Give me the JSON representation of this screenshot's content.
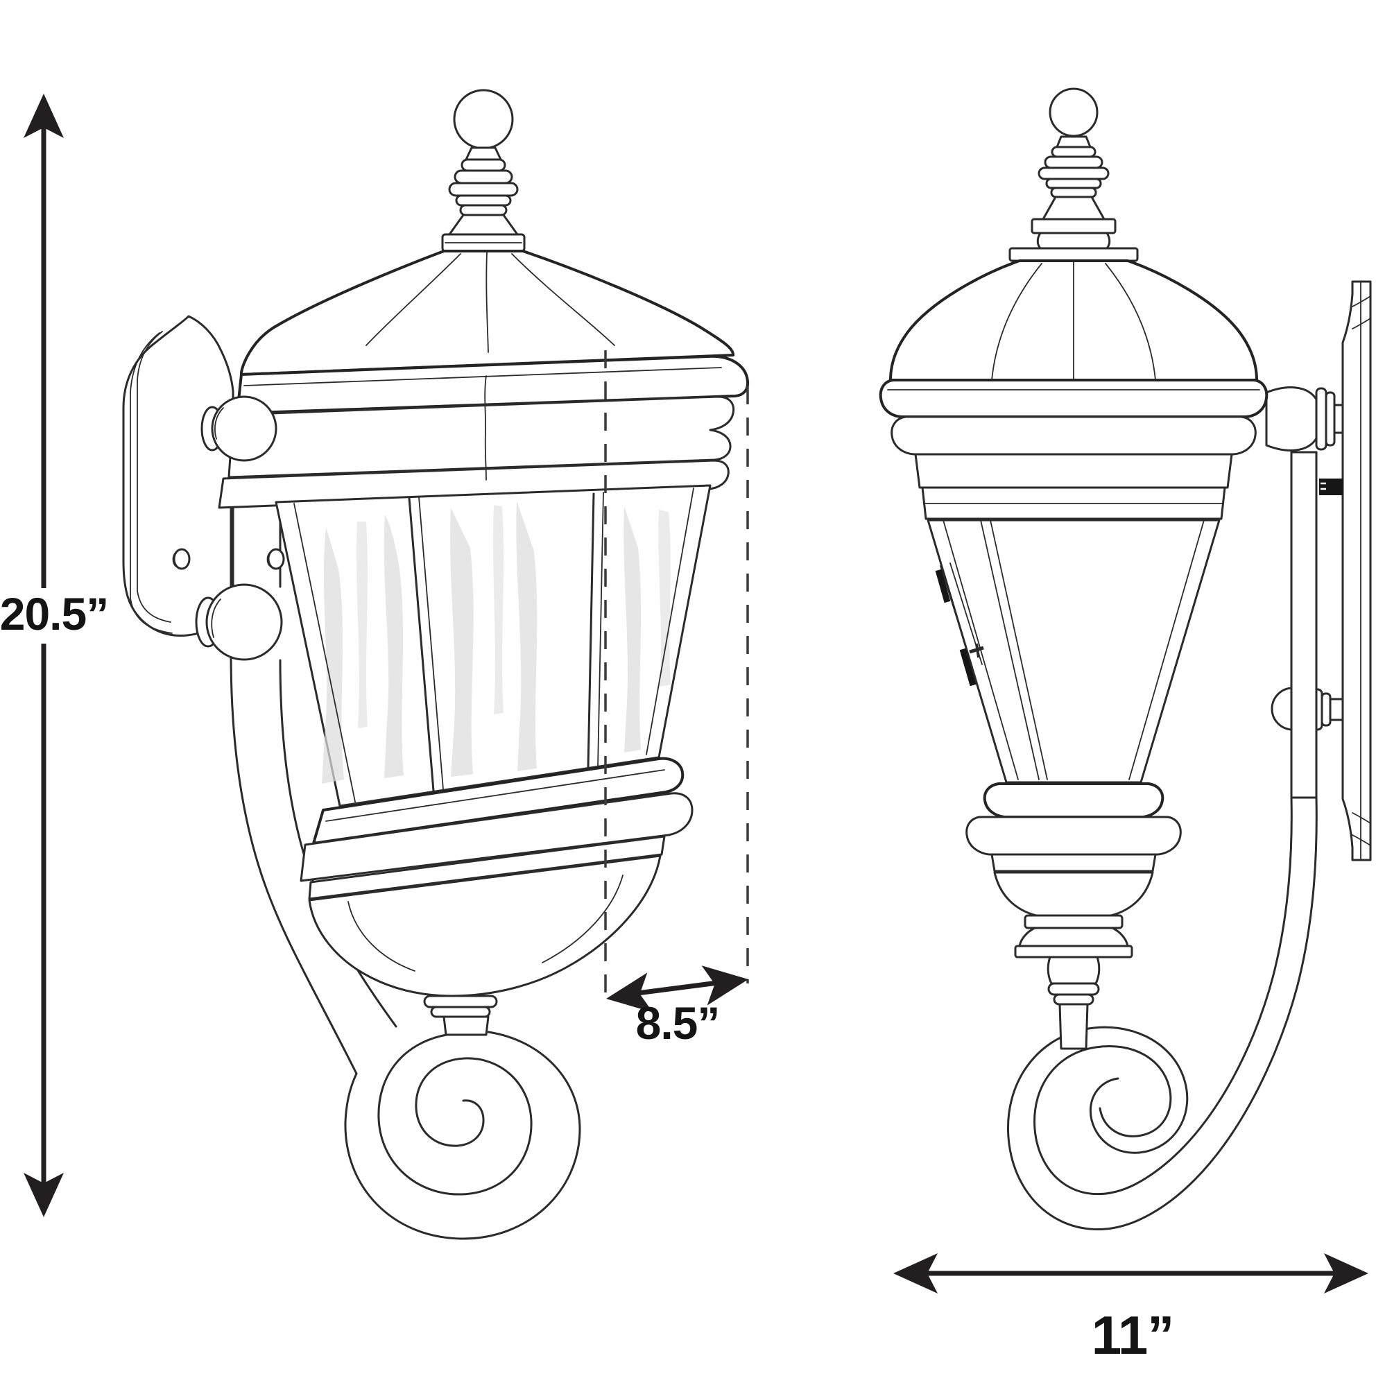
{
  "diagram": {
    "background": "#ffffff",
    "line_color": "#2b2b2b",
    "dimension_color": "#231f20",
    "glass_streak_color": "#dcdcdc",
    "dimensions": {
      "height": {
        "label": "20.5”",
        "value_inches": 20.5
      },
      "depth": {
        "label": "8.5”",
        "value_inches": 8.5
      },
      "width": {
        "label": "11”",
        "value_inches": 11
      }
    }
  }
}
